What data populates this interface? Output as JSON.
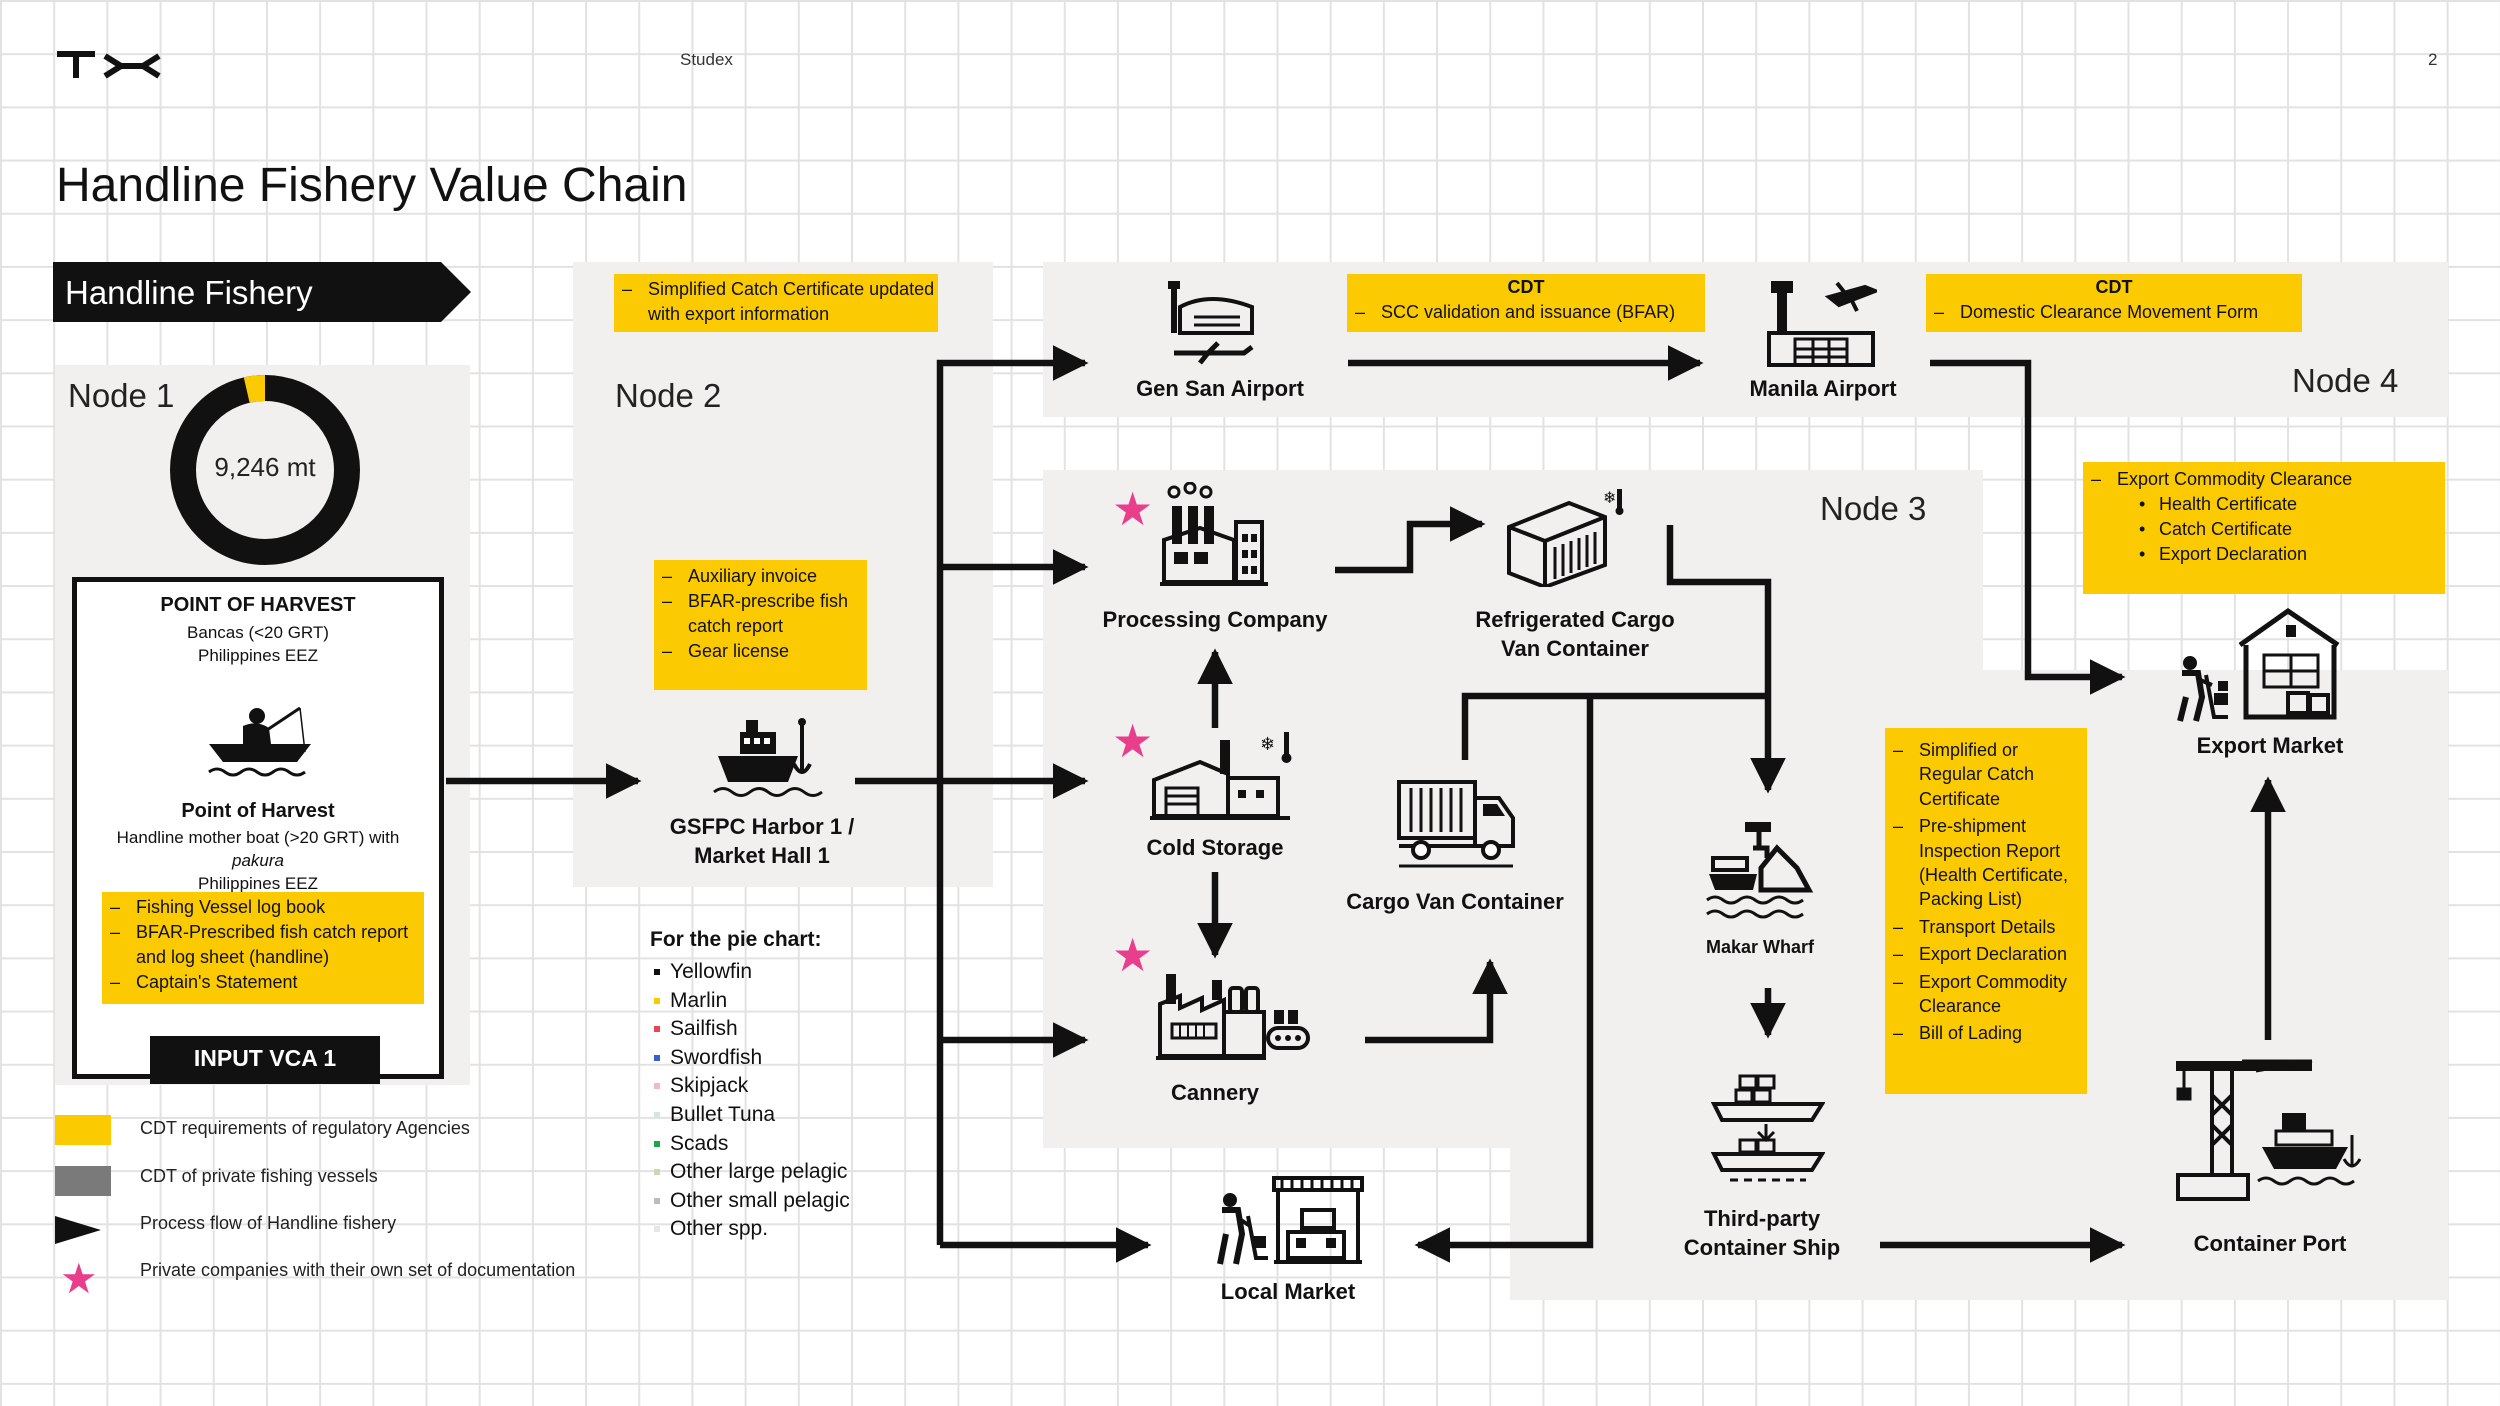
{
  "header": {
    "logo": "TX",
    "center_text": "Studex",
    "page_number": "2",
    "title": "Handline Fishery Value Chain"
  },
  "banner": {
    "label": "Handline Fishery"
  },
  "node1": {
    "label": "Node 1",
    "donut_value": "9,246 mt",
    "harvest_box": {
      "title": "POINT OF HARVEST",
      "line1": "Bancas (<20 GRT)",
      "line2": "Philippines EEZ",
      "sub_title": "Point of Harvest",
      "sub_line1": "Handline mother boat (>20 GRT) with",
      "sub_line2": "pakura",
      "sub_line3": "Philippines EEZ"
    },
    "docs": [
      "Fishing Vessel log book",
      "BFAR-Prescribed fish catch report and log sheet (handline)",
      "Captain's Statement"
    ],
    "input_label": "INPUT VCA 1"
  },
  "node2": {
    "label": "Node 2",
    "top_doc": "Simplified Catch Certificate updated with export information",
    "docs": [
      "Auxiliary invoice",
      "BFAR-prescribe fish catch report",
      "Gear license"
    ],
    "harbor_label": "GSFPC Harbor 1 / Market Hall 1"
  },
  "pie_legend": {
    "title": "For the pie chart:",
    "items": [
      {
        "name": "Yellowfin",
        "color": "#111111"
      },
      {
        "name": "Marlin",
        "color": "#fcca00"
      },
      {
        "name": "Sailfish",
        "color": "#e8474f"
      },
      {
        "name": "Swordfish",
        "color": "#3a5fcd"
      },
      {
        "name": "Skipjack",
        "color": "#f2b8c6"
      },
      {
        "name": "Bullet Tuna",
        "color": "#cfe8e3"
      },
      {
        "name": "Scads",
        "color": "#1aa64a"
      },
      {
        "name": "Other large pelagic",
        "color": "#c9d8b0"
      },
      {
        "name": "Other small pelagic",
        "color": "#bcbcbc"
      },
      {
        "name": "Other spp.",
        "color": "#e6e6e6"
      }
    ]
  },
  "airports": {
    "gensan": "Gen San Airport",
    "manila": "Manila Airport",
    "cdt1_title": "CDT",
    "cdt1_item": "SCC validation and issuance (BFAR)",
    "cdt2_title": "CDT",
    "cdt2_item": "Domestic Clearance Movement Form",
    "node4_label": "Node 4"
  },
  "node3": {
    "label": "Node 3",
    "processing": "Processing Company",
    "refrigerated": "Refrigerated Cargo Van Container",
    "cold_storage": "Cold Storage",
    "cargo_van": "Cargo Van Container",
    "cannery": "Cannery"
  },
  "export": {
    "docs_title": "Export Commodity Clearance",
    "docs": [
      "Health Certificate",
      "Catch Certificate",
      "Export Declaration"
    ],
    "market_label": "Export Market"
  },
  "port_docs": [
    "Simplified or Regular Catch Certificate",
    "Pre-shipment Inspection Report (Health Certificate, Packing List)",
    "Transport Details",
    "Export Declaration",
    "Export Commodity Clearance",
    "Bill of Lading"
  ],
  "makar": "Makar Wharf",
  "third_party": "Third-party Container Ship",
  "container_port": "Container Port",
  "local_market": "Local Market",
  "legend": {
    "items": [
      {
        "label": "CDT requirements of regulatory Agencies",
        "color": "#fcca00"
      },
      {
        "label": "CDT of private fishing vessels",
        "color": "#7a7a7a"
      },
      {
        "label": "Process flow of Handline fishery",
        "color": "#111111"
      },
      {
        "label": "Private companies with their own set of documentation",
        "color": "#e83e8c"
      }
    ]
  },
  "colors": {
    "accent": "#fcca00",
    "panel": "#f1f0ee",
    "star": "#e83e8c",
    "ink": "#111111"
  }
}
